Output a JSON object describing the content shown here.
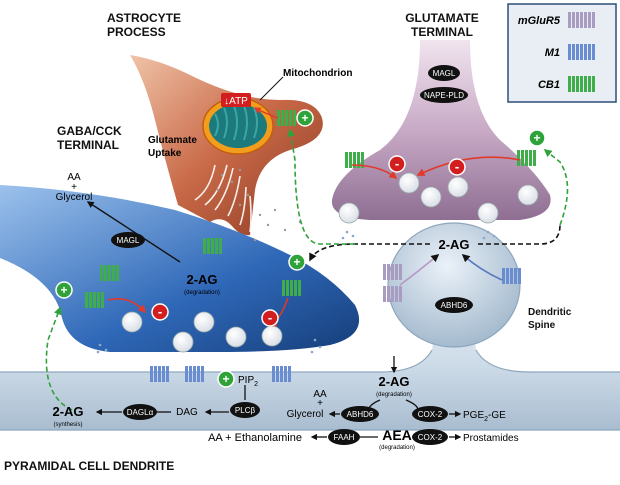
{
  "regions": {
    "astrocyte": [
      "ASTROCYTE",
      "PROCESS"
    ],
    "glutamate": [
      "GLUTAMATE",
      "TERMINAL"
    ],
    "gaba": [
      "GABA/CCK",
      "TERMINAL"
    ],
    "pyramidal": "PYRAMIDAL CELL DENDRITE",
    "spine": [
      "Dendritic",
      "Spine"
    ]
  },
  "legend": {
    "items": [
      {
        "name": "mGluR5",
        "color": "#a89cc0"
      },
      {
        "name": "M1",
        "color": "#6a8cd0"
      },
      {
        "name": "CB1",
        "color": "#3fae4a"
      }
    ]
  },
  "labels": {
    "mitochondrion": "Mitochondrion",
    "atp": "ATP",
    "glutamate_uptake": [
      "Glutamate",
      "Uptake"
    ],
    "aa_glycerol_top": [
      "AA",
      "+",
      "Glycerol"
    ],
    "two_ag": "2-AG",
    "degradation": "(degradation)",
    "synthesis": "(synthesis)",
    "pip2": "PIP",
    "pip2_sub": "2",
    "dag": "DAG",
    "aa_glycerol_bottom": [
      "AA",
      "+",
      "Glycerol"
    ],
    "pge2": "PGE",
    "pge2_sub": "2",
    "pge2_tail": "-GE",
    "prostamides": "Prostamides",
    "aa_ethanolamine": "AA + Ethanolamine",
    "aea": "AEA",
    "plus": "+",
    "minus": "-"
  },
  "enzymes": {
    "magl_glut": "MAGL",
    "nape_pld": "NAPE-PLD",
    "magl_gaba": "MAGL",
    "abhd6_spine": "ABHD6",
    "daglа": "DAGLα",
    "plcb": "PLCβ",
    "abhd6_dend": "ABHD6",
    "cox2_a": "COX-2",
    "cox2_b": "COX-2",
    "faah": "FAAH"
  }
}
